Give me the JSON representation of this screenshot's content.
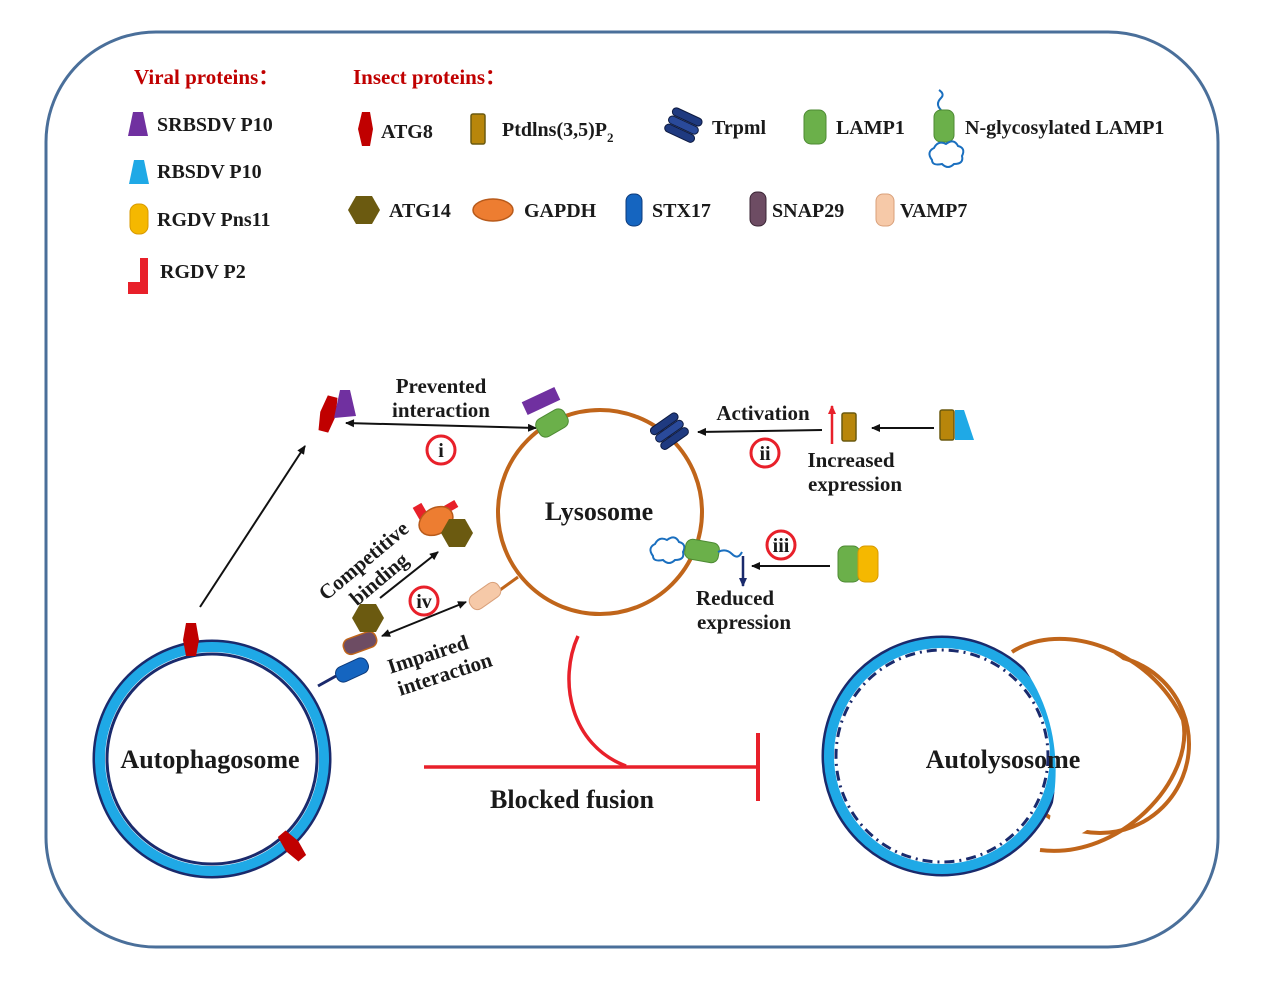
{
  "legend": {
    "viral_title": "Viral proteins：",
    "insect_title": "Insect proteins：",
    "viral": [
      {
        "label": "SRBSDV P10",
        "color": "#7030a0"
      },
      {
        "label": "RBSDV P10",
        "color": "#1fa9e6"
      },
      {
        "label": "RGDV Pns11",
        "color": "#f5b800"
      },
      {
        "label": "RGDV P2",
        "color": "#e8202a"
      }
    ],
    "insect_row1": [
      {
        "label": "ATG8",
        "color": "#c00000"
      },
      {
        "label": "Ptdlns(3,5)P",
        "sub": "2",
        "color": "#b8860b"
      },
      {
        "label": "Trpml",
        "color": "#1f3a80"
      },
      {
        "label": "LAMP1",
        "color": "#6bb04a"
      },
      {
        "label": "N-glycosylated LAMP1",
        "color": "#6bb04a"
      }
    ],
    "insect_row2": [
      {
        "label": "ATG14",
        "color": "#6b5a10"
      },
      {
        "label": "GAPDH",
        "color": "#ed7d31"
      },
      {
        "label": "STX17",
        "color": "#1565c0"
      },
      {
        "label": "SNAP29",
        "color": "#6d4c63"
      },
      {
        "label": "VAMP7",
        "color": "#f6c9a8"
      }
    ]
  },
  "diagram": {
    "prevented_line1": "Prevented",
    "prevented_line2": "interaction",
    "activation": "Activation",
    "increased_line1": "Increased",
    "increased_line2": "expression",
    "reduced_line1": "Reduced",
    "reduced_line2": "expression",
    "competitive_line1": "Competitive",
    "competitive_line2": "binding",
    "impaired_line1": "Impaired",
    "impaired_line2": "interaction",
    "lysosome": "Lysosome",
    "autophagosome": "Autophagosome",
    "autolysosome": "Autolysosome",
    "blocked_fusion": "Blocked fusion",
    "markers": [
      "i",
      "ii",
      "iii",
      "iv"
    ]
  },
  "colors": {
    "frame": "#4a6f9a",
    "lysosome_membrane": "#c0651a",
    "autophagosome_fill": "#1fa9e6",
    "autophagosome_border": "#1a2a6c",
    "inhibition": "#e8202a",
    "marker_ring": "#e8202a"
  }
}
